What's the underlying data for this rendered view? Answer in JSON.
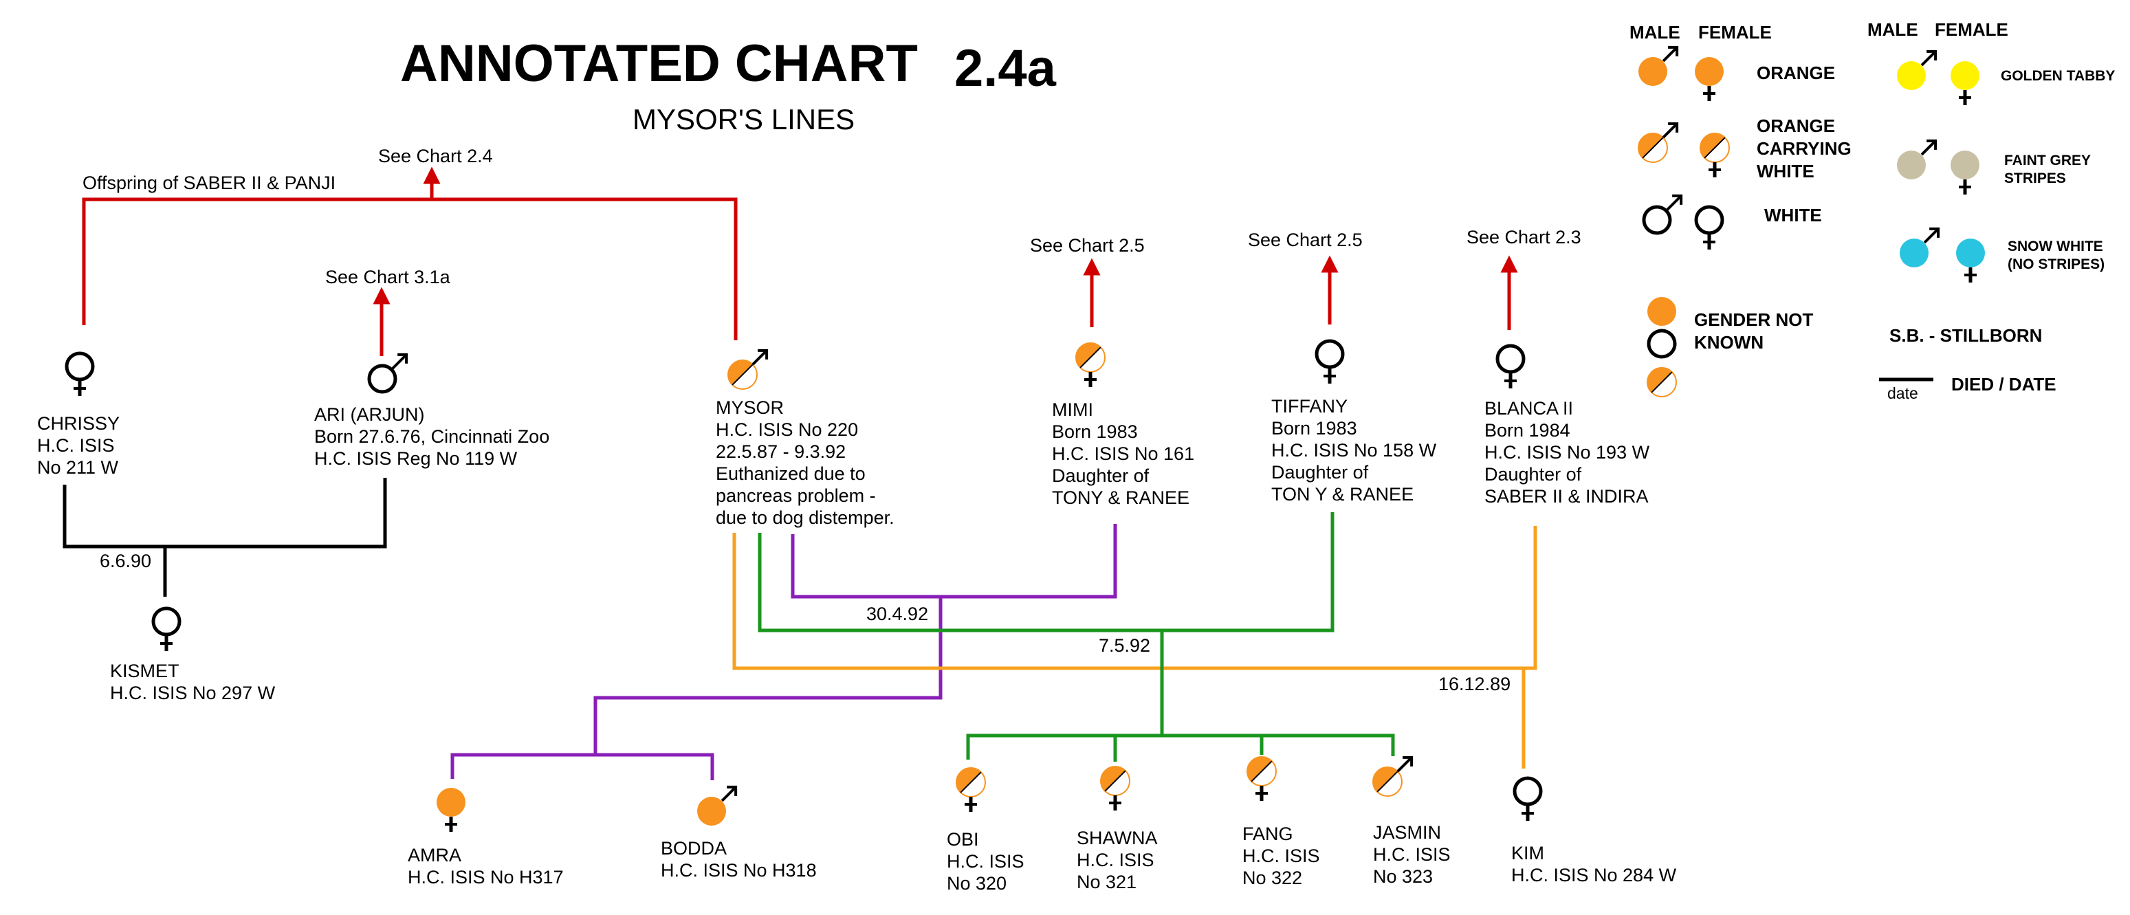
{
  "header": {
    "title": "ANNOTATED CHART",
    "chart_number": "2.4a",
    "subtitle": "MYSOR'S LINES"
  },
  "colors": {
    "orange": "#F7931E",
    "golden_tabby": "#FFF200",
    "faint_grey": "#C8C0A4",
    "snow_white": "#29C4E0",
    "line_red": "#D00000",
    "line_black": "#000000",
    "line_purple": "#8A1FB8",
    "line_green": "#1A961E",
    "line_orange": "#F7A21E"
  },
  "references": {
    "saber_panji": "Offspring of SABER II & PANJI",
    "chart_2_4": "See Chart 2.4",
    "chart_3_1a": "See Chart 3.1a",
    "chart_2_5_mimi": "See Chart 2.5",
    "chart_2_5_tiffany": "See Chart 2.5",
    "chart_2_3": "See Chart 2.3"
  },
  "cats": {
    "chrissy": [
      "CHRISSY",
      "H.C. ISIS",
      "No 211 W"
    ],
    "ari": [
      "ARI (ARJUN)",
      "Born 27.6.76, Cincinnati Zoo",
      "H.C. ISIS Reg No 119 W"
    ],
    "mysor": [
      "MYSOR",
      "H.C. ISIS No 220",
      "22.5.87 - 9.3.92",
      "Euthanized due to",
      "pancreas problem -",
      "due to dog distemper."
    ],
    "mimi": [
      "MIMI",
      "Born 1983",
      "H.C. ISIS No 161",
      "Daughter of",
      "TONY & RANEE"
    ],
    "tiffany": [
      "TIFFANY",
      "Born 1983",
      "H.C. ISIS No 158 W",
      "Daughter of",
      "TON Y & RANEE"
    ],
    "blanca": [
      "BLANCA II",
      "Born 1984",
      "H.C. ISIS No 193 W",
      "Daughter of",
      "SABER II & INDIRA"
    ],
    "kismet": [
      "KISMET",
      "H.C. ISIS No 297 W"
    ],
    "amra": [
      "AMRA",
      "H.C. ISIS No H317"
    ],
    "bodda": [
      "BODDA",
      "H.C. ISIS No H318"
    ],
    "obi": [
      "OBI",
      "H.C. ISIS",
      "No 320"
    ],
    "shawna": [
      "SHAWNA",
      "H.C. ISIS",
      "No 321"
    ],
    "fang": [
      "FANG",
      "H.C. ISIS",
      "No 322"
    ],
    "jasmin": [
      "JASMIN",
      "H.C. ISIS",
      "No 323"
    ],
    "kim": [
      "KIM",
      "H.C. ISIS No 284 W"
    ]
  },
  "dates": {
    "chrissy_ari": "6.6.90",
    "mysor_mimi": "30.4.92",
    "mysor_tiffany": "7.5.92",
    "mysor_blanca": "16.12.89"
  },
  "legend": {
    "male": "MALE",
    "female": "FEMALE",
    "male2": "MALE",
    "female2": "FEMALE",
    "orange": "ORANGE",
    "orange_carrying_white": [
      "ORANGE",
      "CARRYING",
      "WHITE"
    ],
    "white": "WHITE",
    "golden_tabby": "GOLDEN TABBY",
    "faint_grey": [
      "FAINT GREY",
      "STRIPES"
    ],
    "snow_white": [
      "SNOW WHITE",
      "(NO STRIPES)"
    ],
    "gender_unknown": [
      "GENDER NOT",
      "KNOWN"
    ],
    "stillborn": "S.B.  - STILLBORN",
    "died_date_small": "date",
    "died_date": "DIED / DATE"
  }
}
